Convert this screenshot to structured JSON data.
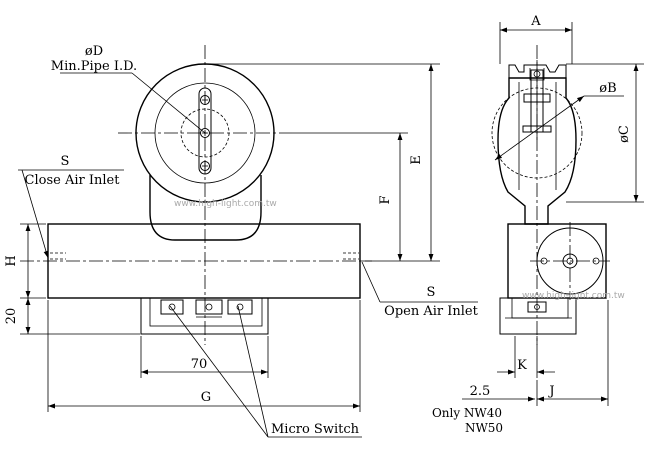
{
  "labels": {
    "phi_d": "øD",
    "min_pipe": "Min.Pipe I.D.",
    "s_left": "S",
    "close_air_inlet": "Close Air Inlet",
    "h": "H",
    "twenty": "20",
    "seventy": "70",
    "g": "G",
    "micro_switch": "Micro Switch",
    "s_right": "S",
    "open_air_inlet": "Open Air Inlet",
    "e": "E",
    "f": "F",
    "a": "A",
    "phi_b": "øB",
    "phi_c": "øC",
    "k": "K",
    "two_five": "2.5",
    "j": "J",
    "only_nw40": "Only NW40",
    "nw50": "NW50"
  },
  "watermark": {
    "url1": "www.high-light.com.tw",
    "url2": "www.high-light.com.tw"
  },
  "colors": {
    "line": "#000000",
    "watermark": "#aaaaaa",
    "background": "#ffffff"
  }
}
